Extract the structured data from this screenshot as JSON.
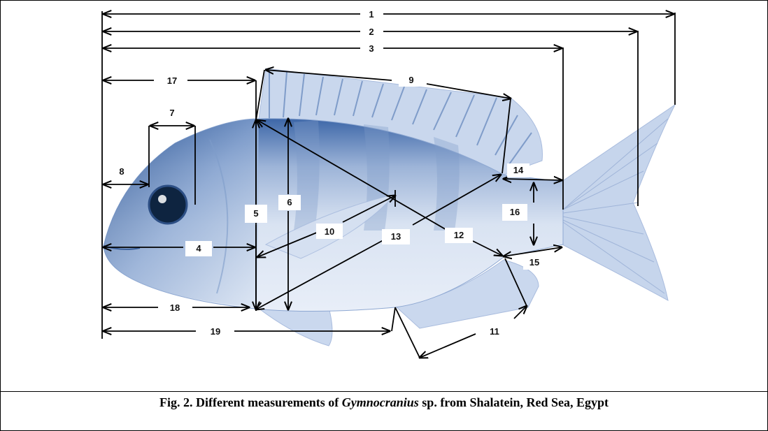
{
  "figure": {
    "caption_prefix": "Fig. 2. Different measurements of ",
    "caption_genus": "Gymnocranius",
    "caption_suffix": " sp. from Shalatein, Red Sea, Egypt",
    "colors": {
      "fish_light": "#dbe5f3",
      "fish_mid": "#9fb6d8",
      "fish_dark": "#274f8f",
      "line": "#000000"
    },
    "labels": {
      "m1": "1",
      "m2": "2",
      "m3": "3",
      "m4": "4",
      "m5": "5",
      "m6": "6",
      "m7": "7",
      "m8": "8",
      "m9": "9",
      "m10": "10",
      "m11": "11",
      "m12": "12",
      "m13": "13",
      "m14": "14",
      "m15": "15",
      "m16": "16",
      "m17": "17",
      "m18": "18",
      "m19": "19"
    }
  }
}
